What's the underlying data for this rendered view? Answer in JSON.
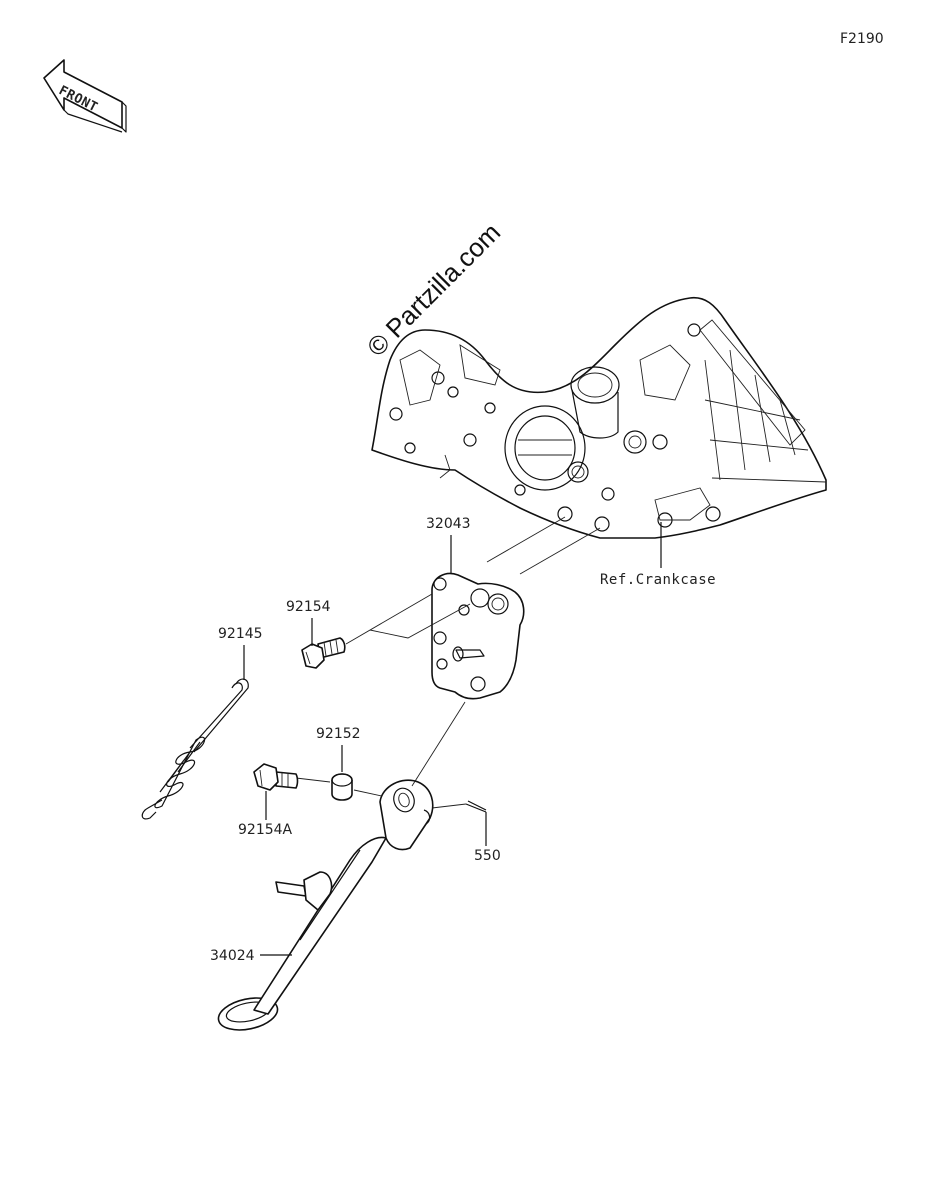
{
  "diagram": {
    "figure_code": "F2190",
    "front_arrow_label": "FRONT",
    "watermark": "© Partzilla.com",
    "reference_label": "Ref.Crankcase",
    "callouts": [
      {
        "id": "bracket",
        "number": "32043"
      },
      {
        "id": "bolt-upper",
        "number": "92154"
      },
      {
        "id": "spring",
        "number": "92145"
      },
      {
        "id": "collar",
        "number": "92152"
      },
      {
        "id": "bolt-lower",
        "number": "92154A"
      },
      {
        "id": "pin",
        "number": "550"
      },
      {
        "id": "stand",
        "number": "34024"
      }
    ]
  }
}
